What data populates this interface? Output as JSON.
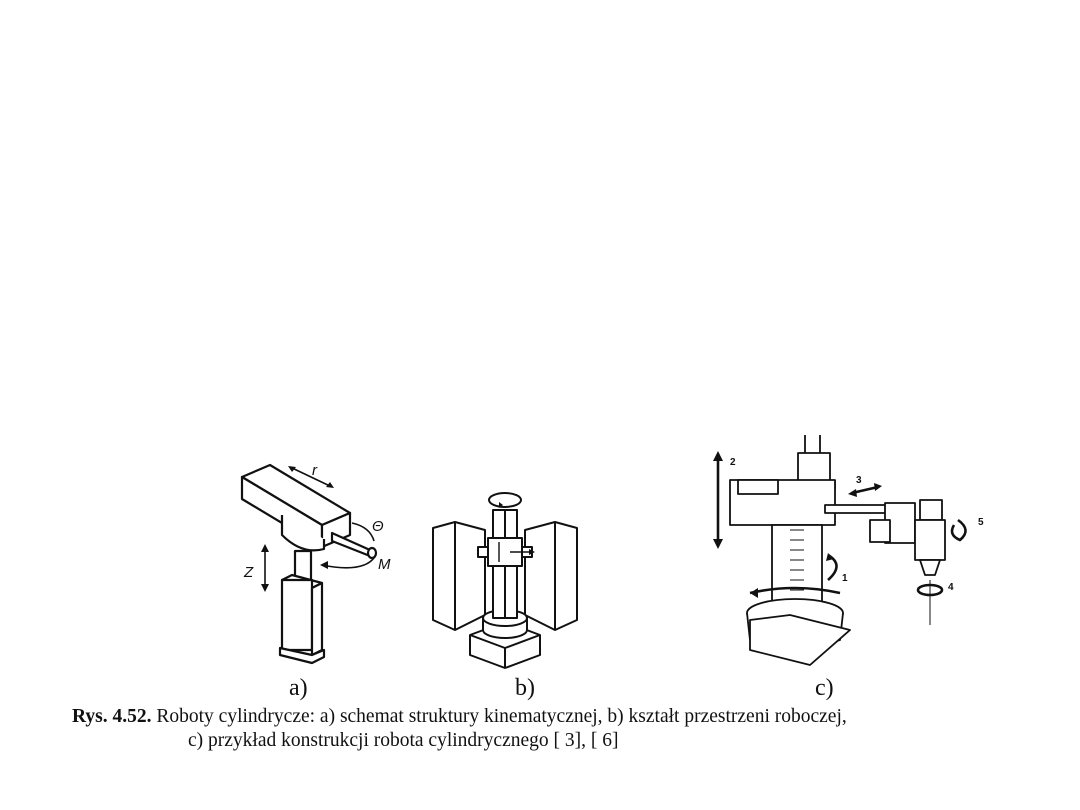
{
  "figure": {
    "panels": [
      {
        "id": "a",
        "label": "a)",
        "axis_labels": [
          "r",
          "Θ",
          "M",
          "Z"
        ]
      },
      {
        "id": "b",
        "label": "b)"
      },
      {
        "id": "c",
        "label": "c)",
        "axis_labels": [
          "1",
          "2",
          "3",
          "4",
          "5"
        ]
      }
    ],
    "caption": {
      "number": "Rys. 4.52.",
      "line1": "Roboty cylindrycze: a) schemat struktury kinematycznej, b) kształt przestrzeni roboczej,",
      "line2": "c) przykład konstrukcji robota cylindrycznego  [ 3], [ 6]"
    }
  }
}
